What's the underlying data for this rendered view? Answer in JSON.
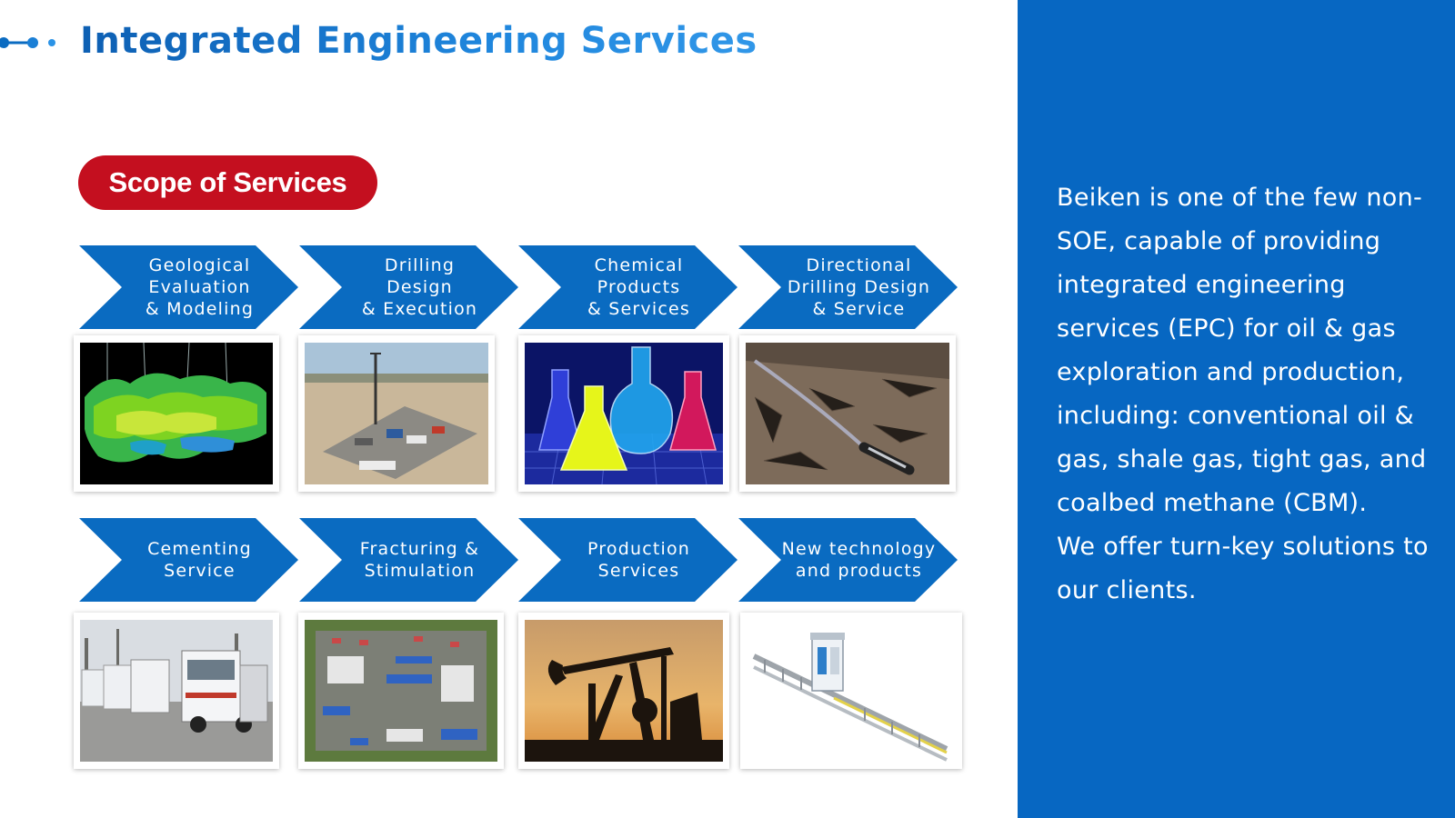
{
  "header": {
    "title": "Integrated Engineering Services"
  },
  "scope": {
    "label": "Scope of Services"
  },
  "services_row1": [
    {
      "label": "Geological\nEvaluation\n& Modeling",
      "icon": "geological-model-image"
    },
    {
      "label": "Drilling\nDesign\n& Execution",
      "icon": "drilling-site-image"
    },
    {
      "label": "Chemical\nProducts\n& Services",
      "icon": "chemical-flasks-image"
    },
    {
      "label": "Directional\nDrilling Design\n& Service",
      "icon": "directional-drill-image"
    }
  ],
  "services_row2": [
    {
      "label": "Cementing\nService",
      "icon": "cementing-trucks-image"
    },
    {
      "label": "Fracturing &\nStimulation",
      "icon": "fracturing-site-image"
    },
    {
      "label": "Production\nServices",
      "icon": "pumpjack-image"
    },
    {
      "label": "New technology\nand products",
      "icon": "new-technology-image"
    }
  ],
  "description": {
    "para1": "Beiken is one of the few non-SOE, capable of providing integrated engineering services (EPC) for oil & gas exploration and production, including: conventional oil & gas, shale gas, tight gas, and coalbed methane (CBM).",
    "para2": "We offer turn-key solutions to our clients."
  },
  "colors": {
    "primary_blue": "#0a6bc1",
    "panel_blue": "#0767c2",
    "accent_red": "#c40f1f"
  }
}
